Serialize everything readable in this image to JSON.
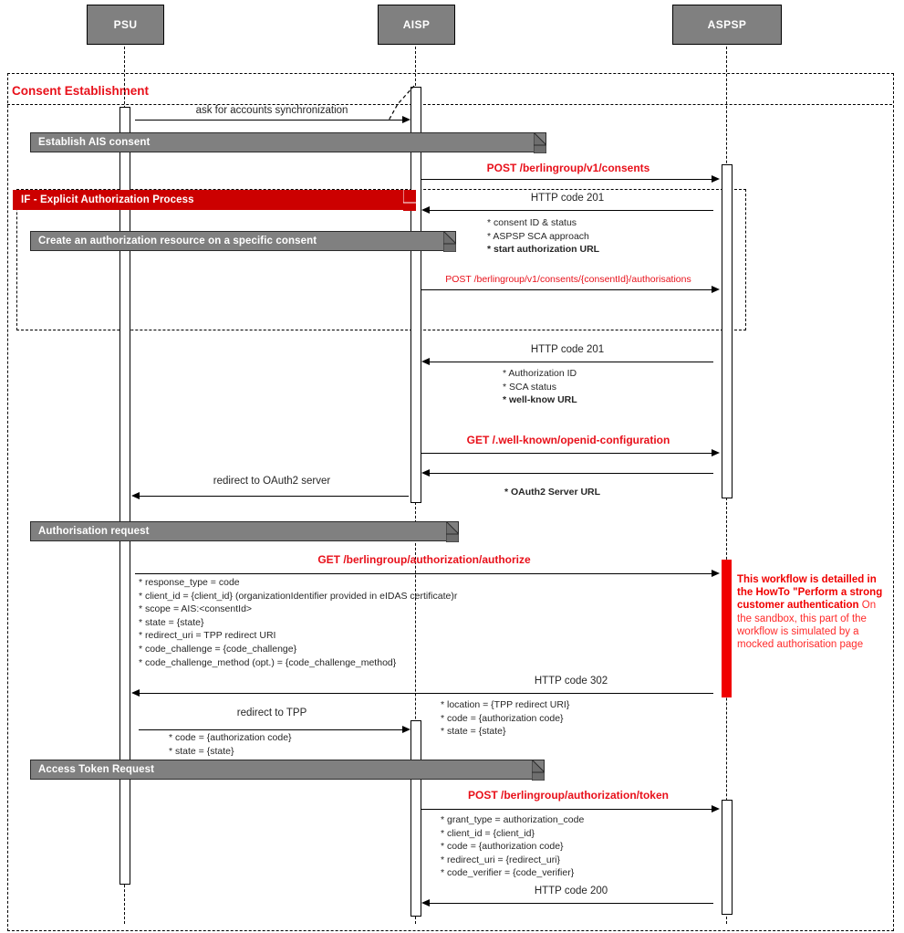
{
  "diagram": {
    "type": "uml-sequence-diagram",
    "title": "Consent Establishment",
    "colors": {
      "actor_fill": "#808080",
      "banner_gray": "#808080",
      "banner_red": "#cc0000",
      "api_text": "#e8101a",
      "annotation": "#ff0000",
      "line": "#000000"
    }
  },
  "participants": [
    {
      "id": "psu",
      "label": "PSU"
    },
    {
      "id": "aisp",
      "label": "AISP"
    },
    {
      "id": "aspsp",
      "label": "ASPSP"
    }
  ],
  "frames": [
    {
      "id": "outer",
      "title": "Consent Establishment"
    },
    {
      "id": "inner",
      "title": ""
    }
  ],
  "banners": [
    {
      "id": "establish-ais-consent",
      "label": "Establish AIS consent",
      "style": "gray"
    },
    {
      "id": "if-explicit-auth",
      "label": "IF -  Explicit Authorization Process",
      "style": "red"
    },
    {
      "id": "create-auth-resource",
      "label": "Create an authorization resource on a specific consent",
      "style": "gray"
    },
    {
      "id": "authorisation-request",
      "label": "Authorisation request",
      "style": "gray"
    },
    {
      "id": "access-token-request",
      "label": "Access Token Request",
      "style": "gray"
    }
  ],
  "messages": [
    {
      "id": "m1",
      "label": "ask for accounts synchronization",
      "kind": "plain",
      "from": "psu",
      "to": "aisp"
    },
    {
      "id": "m2",
      "label": "POST /berlingroup/v1/consents",
      "kind": "api",
      "from": "aisp",
      "to": "aspsp"
    },
    {
      "id": "m3",
      "label": "HTTP code 201",
      "kind": "plain",
      "from": "aspsp",
      "to": "aisp"
    },
    {
      "id": "m4",
      "label": "POST /berlingroup/v1/consents/{consentId}/authorisations",
      "kind": "api-sm",
      "from": "aisp",
      "to": "aspsp"
    },
    {
      "id": "m5",
      "label": "HTTP code 201",
      "kind": "plain",
      "from": "aspsp",
      "to": "aisp"
    },
    {
      "id": "m6",
      "label": "GET /.well-known/openid-configuration",
      "kind": "api",
      "from": "aisp",
      "to": "aspsp"
    },
    {
      "id": "m7",
      "label": "",
      "kind": "plain",
      "from": "aspsp",
      "to": "aisp"
    },
    {
      "id": "m8",
      "label": "redirect to OAuth2 server",
      "kind": "plain",
      "from": "aisp",
      "to": "psu"
    },
    {
      "id": "m9",
      "label": "GET /berlingroup/authorization/authorize",
      "kind": "api",
      "from": "psu",
      "to": "aspsp"
    },
    {
      "id": "m10",
      "label": "HTTP code 302",
      "kind": "plain",
      "from": "aspsp",
      "to": "psu"
    },
    {
      "id": "m11",
      "label": "redirect to TPP",
      "kind": "plain",
      "from": "psu",
      "to": "aisp"
    },
    {
      "id": "m12",
      "label": "POST /berlingroup/authorization/token",
      "kind": "api",
      "from": "aisp",
      "to": "aspsp"
    },
    {
      "id": "m13",
      "label": "HTTP code 200",
      "kind": "plain",
      "from": "aspsp",
      "to": "aisp"
    }
  ],
  "notes": {
    "consent_201": [
      {
        "text": "* consent ID & status",
        "bold": false
      },
      {
        "text": "* ASPSP SCA approach",
        "bold": false
      },
      {
        "text": "* start authorization URL",
        "bold": true
      }
    ],
    "auth_201": [
      {
        "text": "* Authorization ID",
        "bold": false
      },
      {
        "text": "* SCA status",
        "bold": false
      },
      {
        "text": "* well-know URL",
        "bold": true
      }
    ],
    "oauth_url": [
      {
        "text": "* OAuth2 Server URL",
        "bold": true
      }
    ],
    "authorize_params": [
      {
        "text": "* response_type = code",
        "bold": false
      },
      {
        "text": "* client_id = {client_id} (organizationIdentifier provided in eIDAS certificate)r",
        "bold": false
      },
      {
        "text": "* scope = AIS:<consentId>",
        "bold": false
      },
      {
        "text": "* state = {state}",
        "bold": false
      },
      {
        "text": "* redirect_uri = TPP redirect URI",
        "bold": false
      },
      {
        "text": "* code_challenge = {code_challenge}",
        "bold": false
      },
      {
        "text": "* code_challenge_method (opt.) = {code_challenge_method}",
        "bold": false
      }
    ],
    "redirect_302": [
      {
        "text": "* location = {TPP redirect URI}",
        "bold": false
      },
      {
        "text": "* code = {authorization code}",
        "bold": false
      },
      {
        "text": "* state = {state}",
        "bold": false
      }
    ],
    "tpp_redirect": [
      {
        "text": "* code = {authorization code}",
        "bold": false
      },
      {
        "text": "* state = {state}",
        "bold": false
      }
    ],
    "token_params": [
      {
        "text": "* grant_type = authorization_code",
        "bold": false
      },
      {
        "text": "* client_id = {client_id}",
        "bold": false
      },
      {
        "text": "* code = {authorization code}",
        "bold": false
      },
      {
        "text": "* redirect_uri = {redirect_uri}",
        "bold": false
      },
      {
        "text": "* code_verifier = {code_verifier}",
        "bold": false
      }
    ]
  },
  "annotation": {
    "bold_text": "This workflow is detailled in the HowTo \"Perform a strong customer authentication",
    "light_text": "On the sandbox, this part of the workflow is simulated by a mocked authorisation page"
  }
}
